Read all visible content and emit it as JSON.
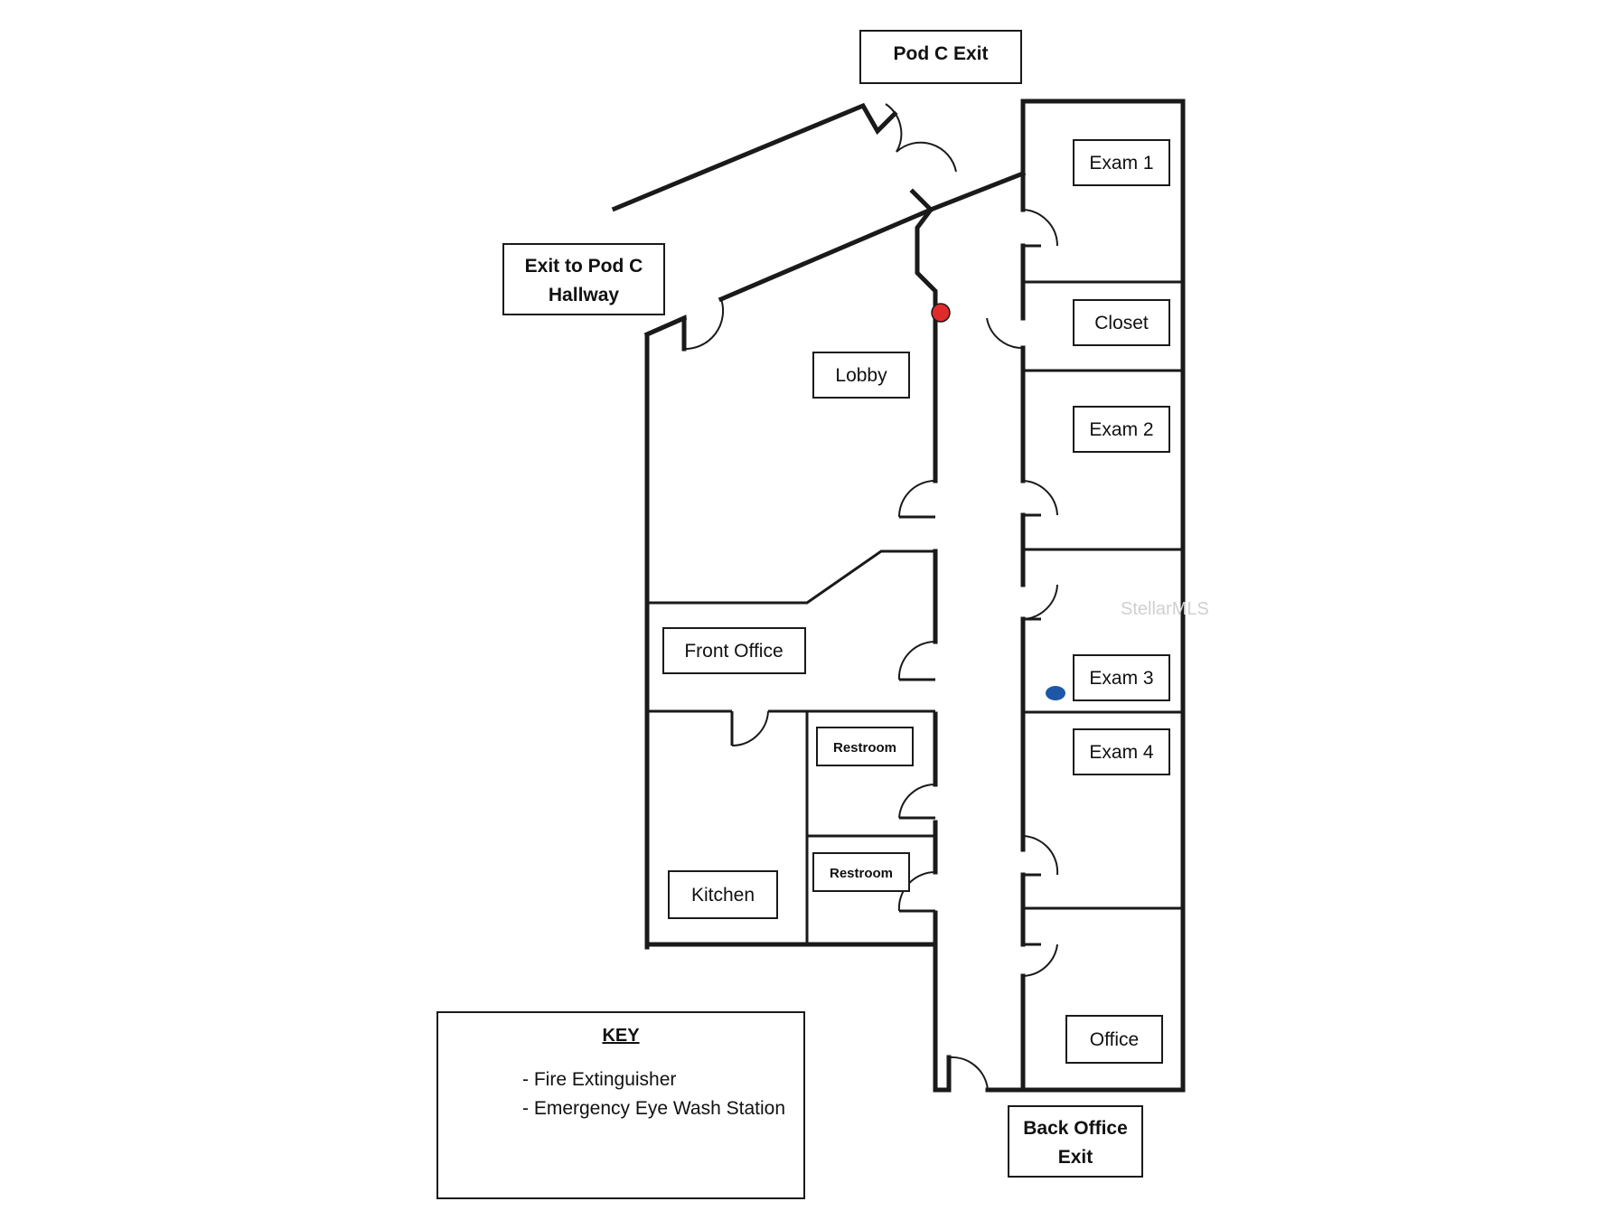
{
  "labels": {
    "pod_c_exit": "Pod C Exit",
    "exit_to_pod_c_line1": "Exit to Pod C",
    "exit_to_pod_c_line2": "Hallway",
    "exam1": "Exam 1",
    "closet": "Closet",
    "lobby": "Lobby",
    "exam2": "Exam 2",
    "exam3": "Exam 3",
    "front_office": "Front Office",
    "exam4": "Exam 4",
    "restroom1": "Restroom",
    "restroom2": "Restroom",
    "kitchen": "Kitchen",
    "office": "Office",
    "back_office_exit_line1": "Back Office",
    "back_office_exit_line2": "Exit"
  },
  "key": {
    "title": "KEY",
    "items": [
      "- Fire Extinguisher",
      "- Emergency Eye Wash Station"
    ]
  },
  "markers": {
    "fire_extinguisher_color": "#e02b2b",
    "eye_wash_color": "#1f57a8"
  },
  "watermark": "StellarMLS"
}
